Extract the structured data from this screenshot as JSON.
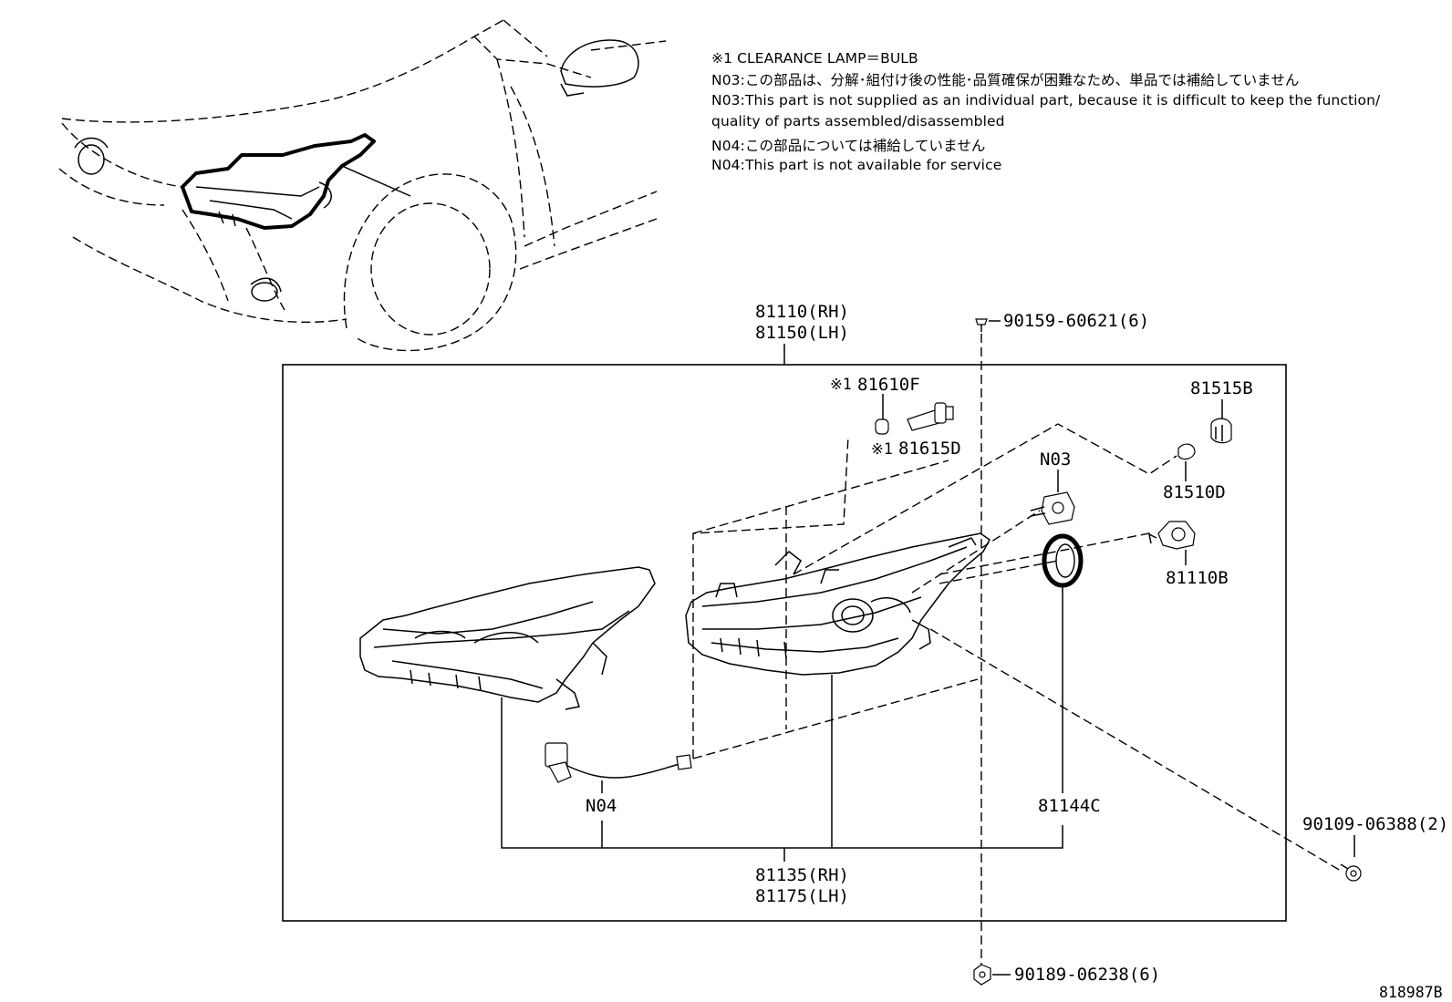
{
  "notes": {
    "clearance": "※1 CLEARANCE LAMP＝BULB",
    "n03_jp": "N03:この部品は、分解･組付け後の性能･品質確保が困難なため、単品では補給していません",
    "n03_en_1": "N03:This part is not supplied as an individual part, because it is difficult to keep the function/",
    "n03_en_2": "quality of parts assembled/disassembled",
    "n04_jp": "N04:この部品については補給していません",
    "n04_en": "N04:This part is not available for service"
  },
  "labels": {
    "assy_rh": "81110(RH)",
    "assy_lh": "81150(LH)",
    "screw_top": "90159-60621(6)",
    "bulb_81610f": "81610F",
    "ref1": "※1",
    "ref2": "※1",
    "bulb_81615d": "81615D",
    "part_81515b": "81515B",
    "part_n03": "N03",
    "part_81510d": "81510D",
    "part_81110b": "81110B",
    "part_n04": "N04",
    "part_81144c": "81144C",
    "unit_rh": "81135(RH)",
    "unit_lh": "81175(LH)",
    "bolt_right": "90109-06388(2)",
    "screw_bottom": "90189-06238(6)",
    "ref_code": "818987B"
  }
}
